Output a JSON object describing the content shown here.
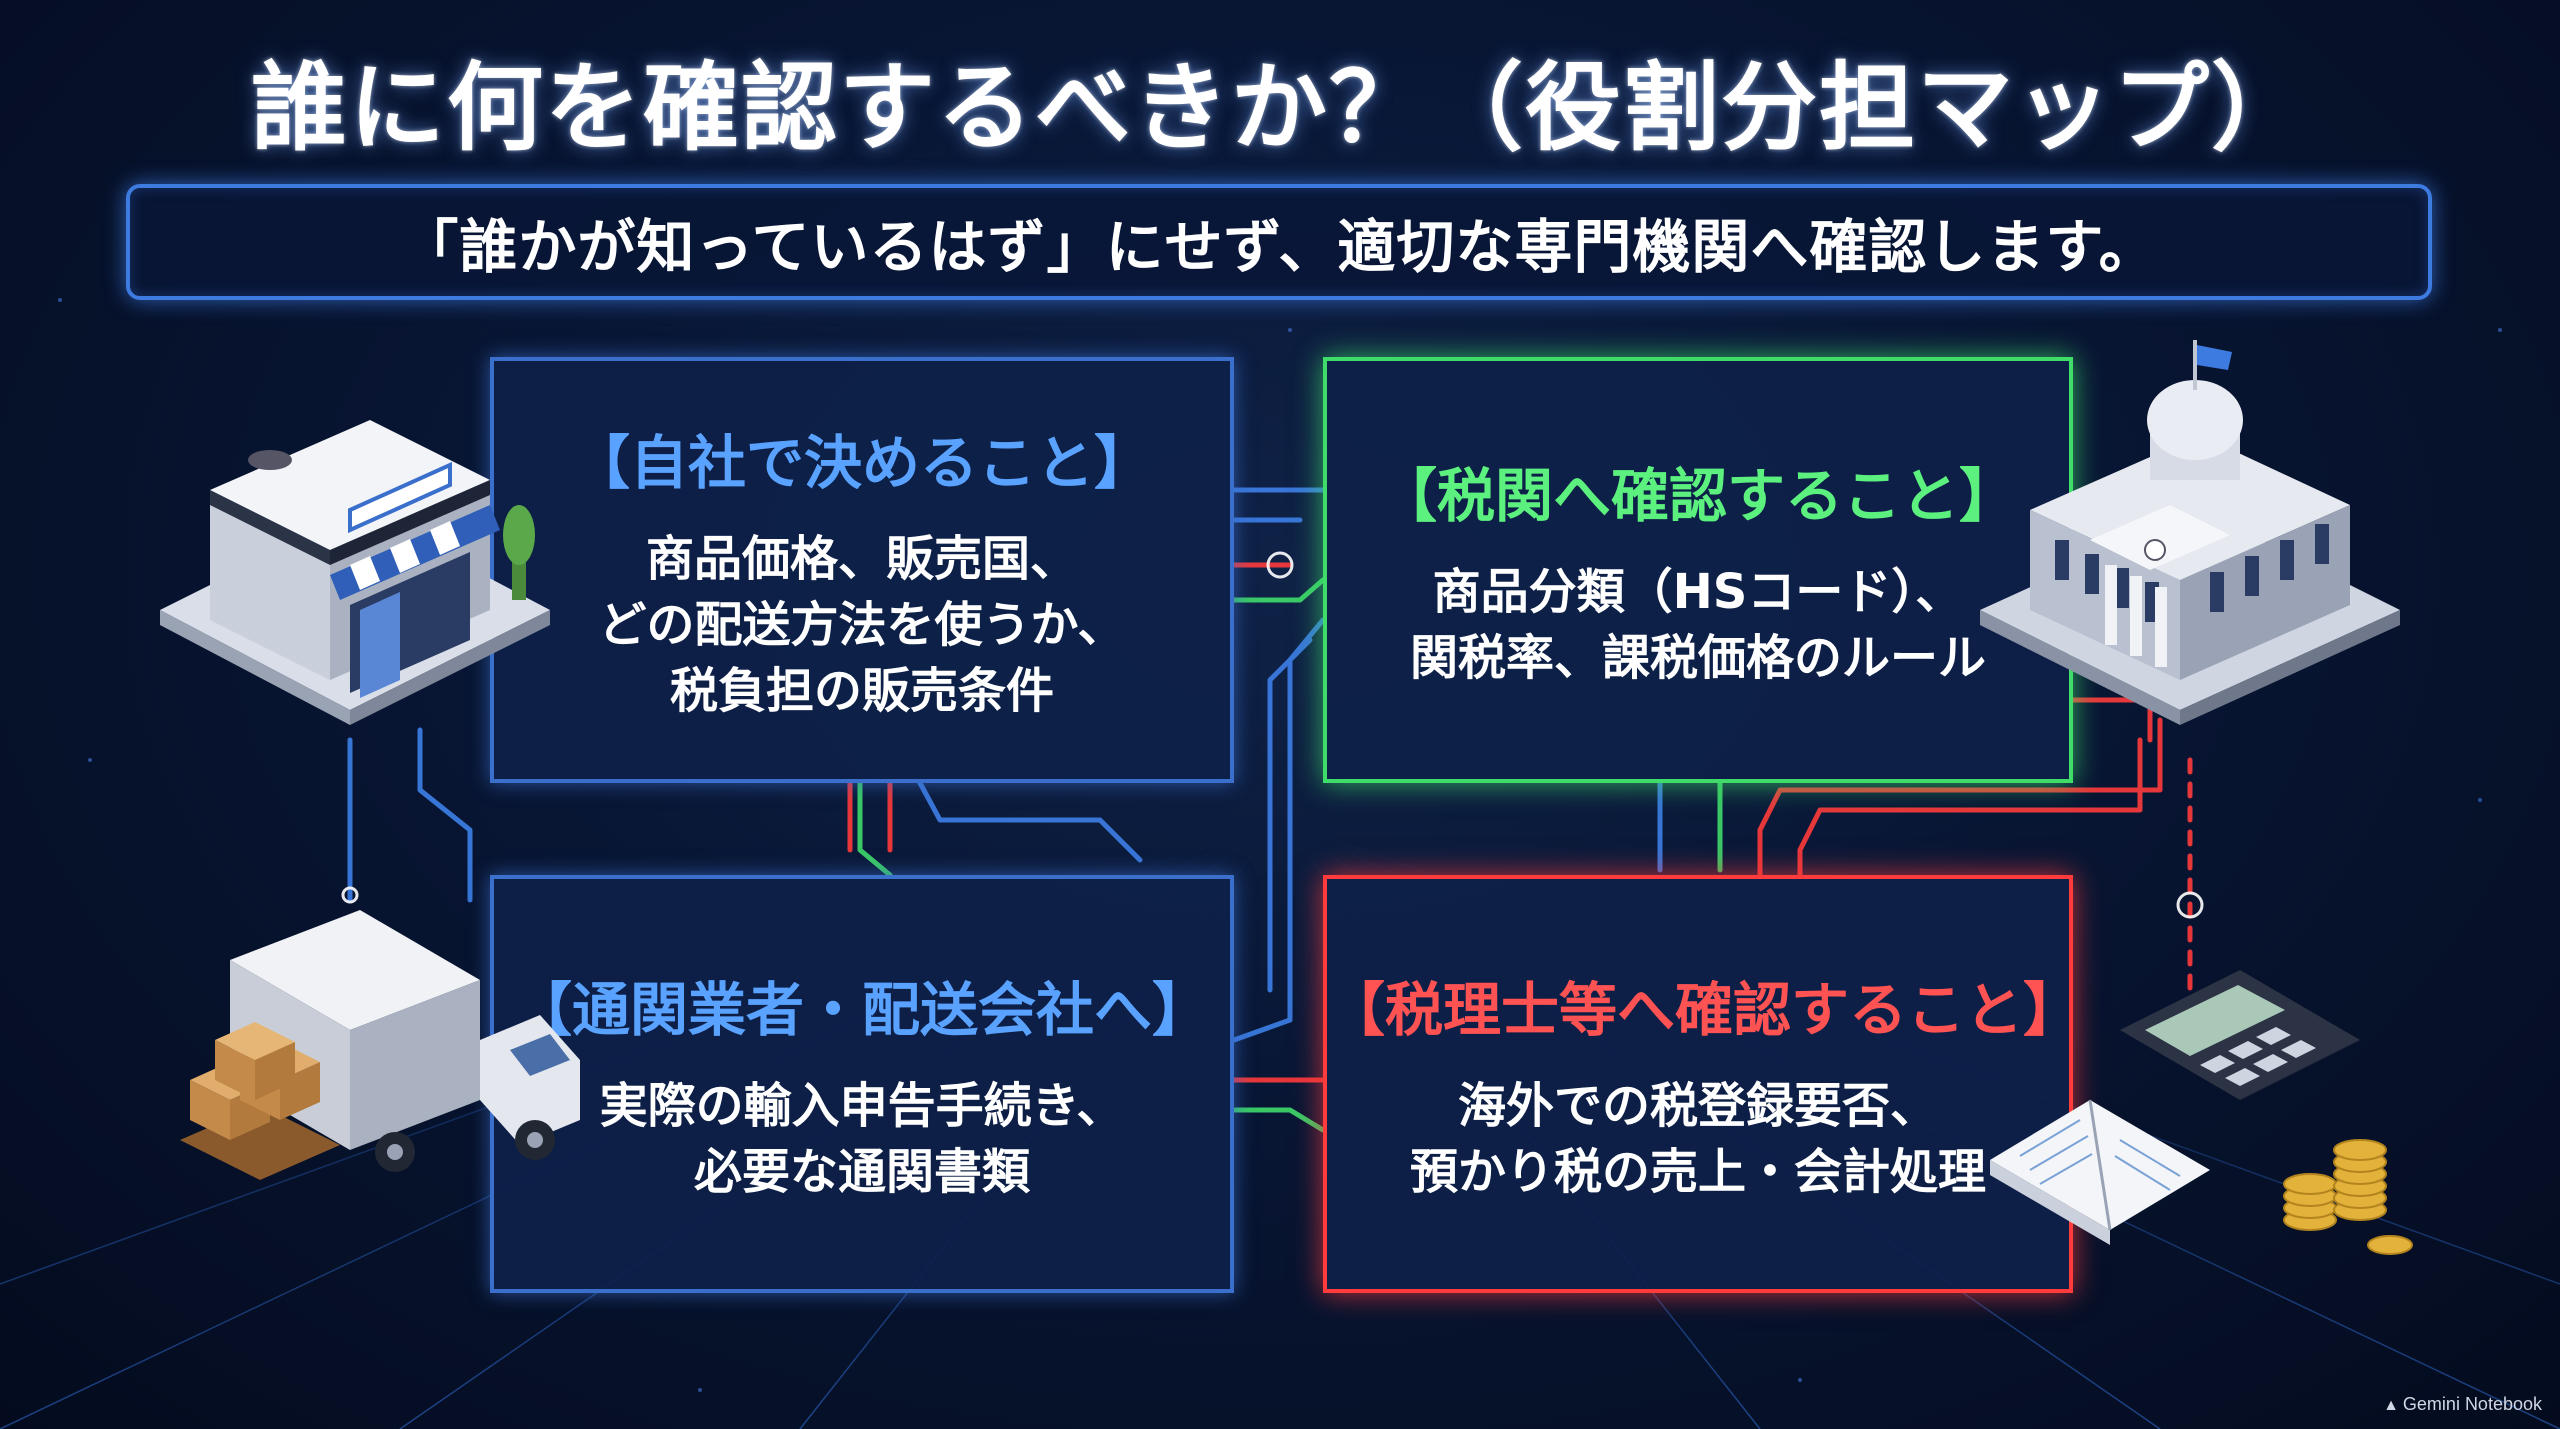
{
  "title": "誰に何を確認するべきか？（役割分担マップ）",
  "subtitle": "「誰かが知っているはず」にせず、適切な専門機関へ確認します。",
  "boxes": {
    "self": {
      "heading": "【自社で決めること】",
      "lines": [
        "商品価格、販売国、",
        "どの配送方法を使うか、",
        "税負担の販売条件"
      ],
      "color": "#5aa2ff"
    },
    "customs": {
      "heading": "【税関へ確認すること】",
      "lines": [
        "商品分類（HSコード）、",
        "関税率、課税価格のルール"
      ],
      "color": "#5cf07f"
    },
    "broker": {
      "heading": "【通関業者・配送会社へ】",
      "lines": [
        "実際の輸入申告手続き、",
        "必要な通関書類"
      ],
      "color": "#5aa2ff"
    },
    "tax": {
      "heading": "【税理士等へ確認すること】",
      "lines": [
        "海外での税登録要否、",
        "預かり税の売上・会計処理"
      ],
      "color": "#ff5252"
    }
  },
  "illustrations": {
    "shop": "storefront-icon",
    "government": "government-building-icon",
    "truck": "delivery-truck-icon",
    "calculator": "calculator-ledger-icon"
  },
  "watermark": "Gemini Notebook"
}
